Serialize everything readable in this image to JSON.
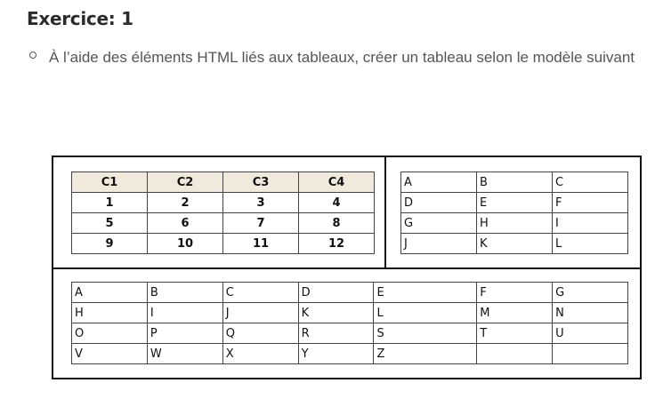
{
  "heading": "Exercice: 1",
  "instruction": "À l’aide des éléments HTML liés aux tableaux, créer un tableau selon le modèle suivant",
  "table1": {
    "header": [
      "C1",
      "C2",
      "C3",
      "C4"
    ],
    "rows": [
      [
        "1",
        "2",
        "3",
        "4"
      ],
      [
        "5",
        "6",
        "7",
        "8"
      ],
      [
        "9",
        "10",
        "11",
        "12"
      ]
    ]
  },
  "table2": {
    "rows": [
      [
        "A",
        "B",
        "C"
      ],
      [
        "D",
        "E",
        "F"
      ],
      [
        "G",
        "H",
        "I"
      ],
      [
        "J",
        "K",
        "L"
      ]
    ]
  },
  "table3": {
    "rows": [
      [
        "A",
        "B",
        "C",
        "D",
        "E",
        "F",
        "G"
      ],
      [
        "H",
        "I",
        "J",
        "K",
        "L",
        "M",
        "N"
      ],
      [
        "O",
        "P",
        "Q",
        "R",
        "S",
        "T",
        "U"
      ],
      [
        "V",
        "W",
        "X",
        "Y",
        "Z",
        "",
        ""
      ]
    ]
  },
  "colors": {
    "header_fill": "#efeadc",
    "border": "#111111"
  }
}
